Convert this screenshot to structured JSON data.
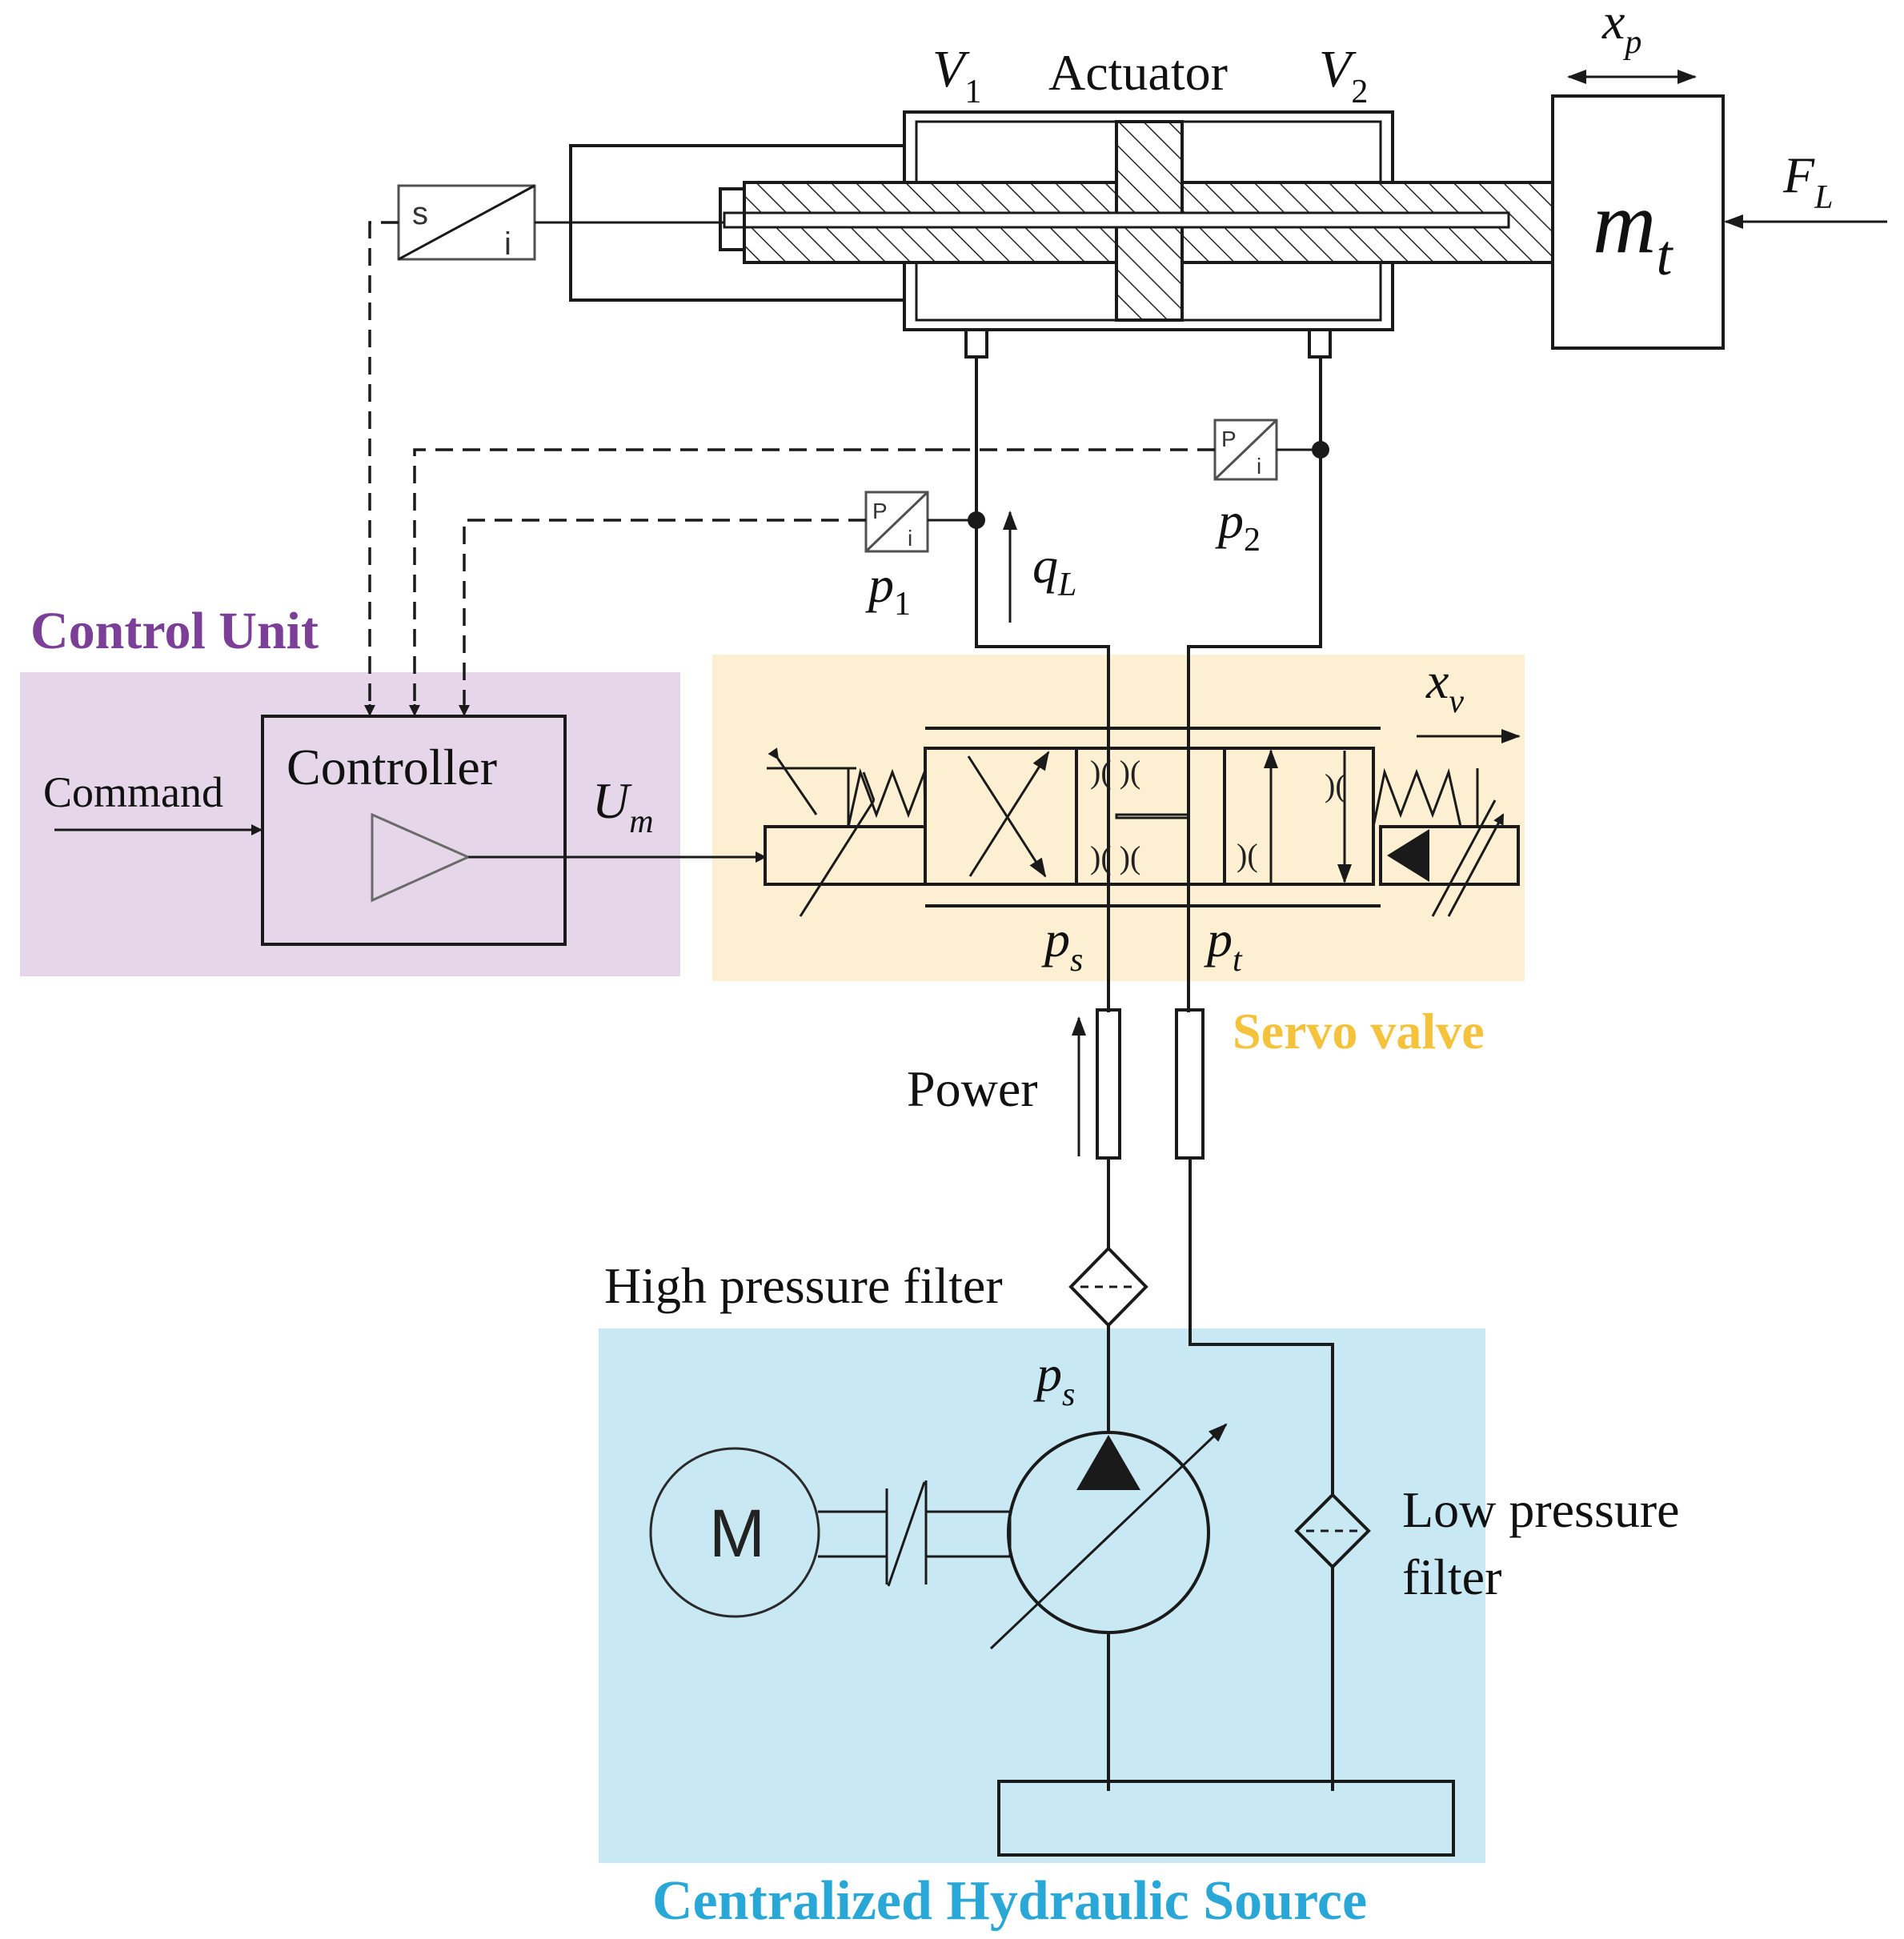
{
  "colors": {
    "control_unit": "#7b3f98",
    "control_unit_bg": "#e5d7e9",
    "servo_valve": "#f5c23c",
    "servo_valve_bg": "#fdf0d2",
    "hydraulic_source": "#29a8d8",
    "hydraulic_source_bg": "#c8e8f4"
  },
  "regions": {
    "control_unit": "Control Unit",
    "servo_valve": "Servo valve",
    "hydraulic_source": "Centralized Hydraulic Source"
  },
  "labels": {
    "actuator": "Actuator",
    "controller": "Controller",
    "command": "Command",
    "power": "Power",
    "high_pressure_filter": "High pressure filter",
    "low_pressure_filter_line1": "Low pressure",
    "low_pressure_filter_line2": "filter",
    "motor": "M"
  },
  "symbols": {
    "v1": {
      "base": "V",
      "sub": "1"
    },
    "v2": {
      "base": "V",
      "sub": "2"
    },
    "xp": {
      "base": "x",
      "sub": "p"
    },
    "mt": {
      "base": "m",
      "sub": "t"
    },
    "fl": {
      "base": "F",
      "sub": "L"
    },
    "p1": {
      "base": "p",
      "sub": "1"
    },
    "p2": {
      "base": "p",
      "sub": "2"
    },
    "ql": {
      "base": "q",
      "sub": "L"
    },
    "um": {
      "base": "U",
      "sub": "m"
    },
    "xv": {
      "base": "x",
      "sub": "v"
    },
    "ps_valve": {
      "base": "p",
      "sub": "s"
    },
    "pt": {
      "base": "p",
      "sub": "t"
    },
    "ps_source": {
      "base": "p",
      "sub": "s"
    }
  },
  "sensors": {
    "position": {
      "in": "s",
      "out": "i"
    },
    "pressure1": {
      "in": "P",
      "out": "i"
    },
    "pressure2": {
      "in": "P",
      "out": "i"
    }
  }
}
